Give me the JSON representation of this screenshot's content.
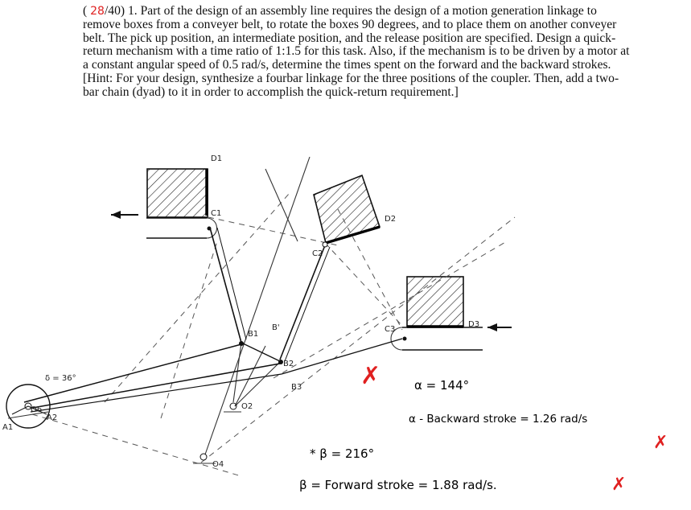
{
  "problem": {
    "score_open": "(",
    "score_value": "28",
    "score_total": "/40)",
    "number": "1.",
    "paragraph_1": "Part of the design of an assembly line requires the design of a motion generation linkage to remove boxes from a conveyer belt, to rotate the boxes 90 degrees, and to place them on another conveyer belt. The pick up position, an intermediate position, and the release position are specified. Design a quick-return mechanism with a time ratio of 1:1.5 for this task. Also, if the mechanism is to be driven by a motor at a constant angular speed of 0.5 rad/s, determine the times spent on the forward and the backward strokes.",
    "paragraph_2": "[Hint: For your design, synthesize a fourbar linkage for the three positions of the coupler. Then, add a two-bar chain (dyad) to it in order to accomplish the quick-return requirement.]"
  },
  "diagram_labels": {
    "d1": "D1",
    "d2": "D2",
    "d3": "D3",
    "c1": "C1",
    "c2": "C2",
    "c3": "C3",
    "b1": "B1",
    "b2": "B2",
    "b3": "B3",
    "b_prime": "B'",
    "o2": "O2",
    "o4": "O4",
    "o6": "O6",
    "a1": "A1",
    "a2": "A2",
    "delta": "δ = 36°"
  },
  "handwriting": {
    "alpha": "α = 144°",
    "backward": "α - Backward stroke = 1.26 rad/s",
    "beta": "* β = 216°",
    "forward": "β = Forward stroke = 1.88 rad/s.",
    "red_mark_1": "✗",
    "red_mark_2": "✗",
    "red_mark_3": "✗"
  },
  "colors": {
    "ink": "#111111",
    "pencil": "#333333",
    "grader_red": "#e02020"
  }
}
